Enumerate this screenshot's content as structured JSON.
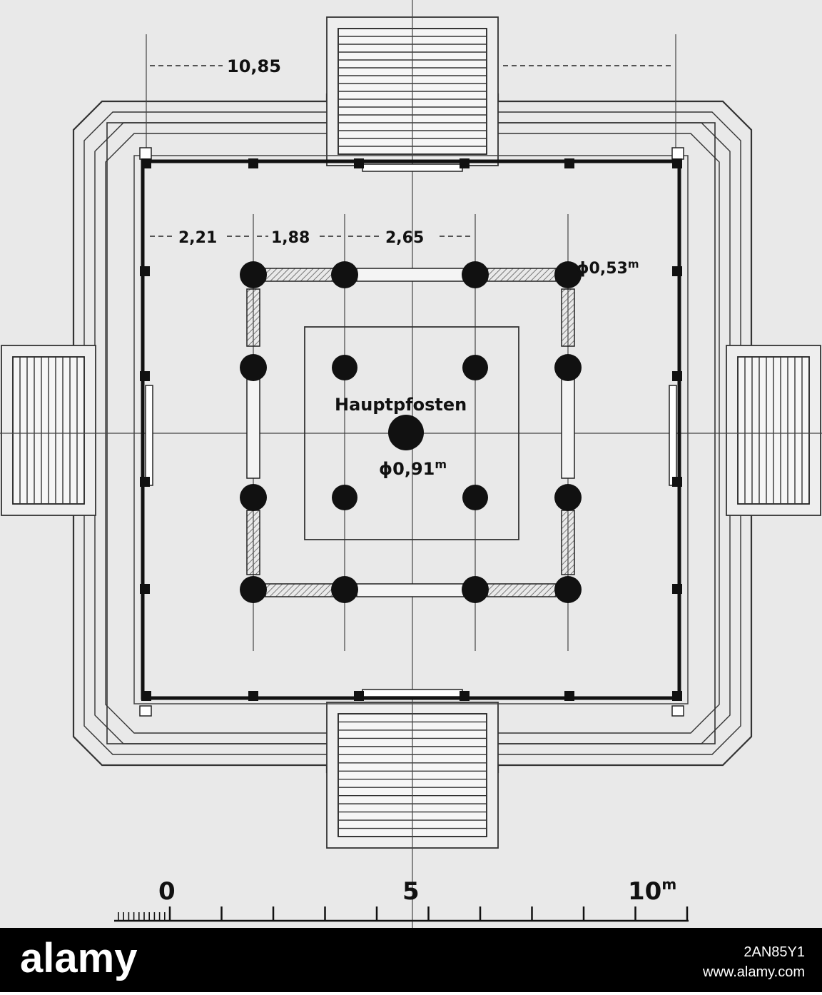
{
  "drawing": {
    "dim_overall": "10,85",
    "dim_a": "2,21",
    "dim_b": "1,88",
    "dim_c": "2,65",
    "pillar_diameter": "0,53",
    "main_post_label": "Hauptpfosten",
    "main_post_diameter": "0,91",
    "unit": "m",
    "diameter_symbol": "ϕ"
  },
  "scale_bar": {
    "label_0": "0",
    "label_5": "5",
    "label_10": "10"
  },
  "watermark": {
    "brand": "alamy",
    "image_id": "2AN85Y1",
    "site": "www.alamy.com"
  },
  "colors": {
    "paper": "#e9e9e9",
    "ink": "#111111",
    "banner": "#000000"
  }
}
